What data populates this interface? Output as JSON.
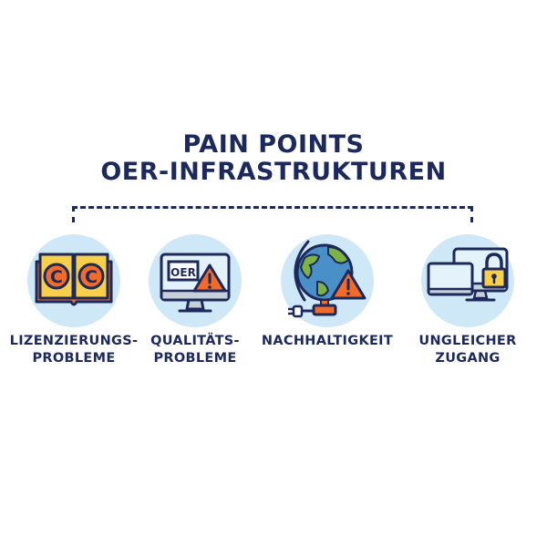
{
  "title": {
    "line1": "PAIN POINTS",
    "line2": "OER-INFRASTRUKTUREN"
  },
  "items": [
    {
      "label_line1": "LIZENZIERUNGS-",
      "label_line2": "PROBLEME",
      "icon": "book-copyright-icon"
    },
    {
      "label_line1": "QUALITÄTS-",
      "label_line2": "PROBLEME",
      "icon": "monitor-oer-warning-icon",
      "screen_text": "OER"
    },
    {
      "label_line1": "NACHHALTIGKEIT",
      "label_line2": "",
      "icon": "globe-plug-warning-icon"
    },
    {
      "label_line1": "UNGLEICHER",
      "label_line2": "ZUGANG",
      "icon": "devices-lock-icon"
    }
  ],
  "colors": {
    "navy": "#1c2a5b",
    "circle_bg": "#cfe8f7",
    "orange": "#f26b2a",
    "yellow": "#f7cf4a",
    "green": "#7cb342",
    "blue": "#4a90c8",
    "screen": "#e3f2fb"
  }
}
